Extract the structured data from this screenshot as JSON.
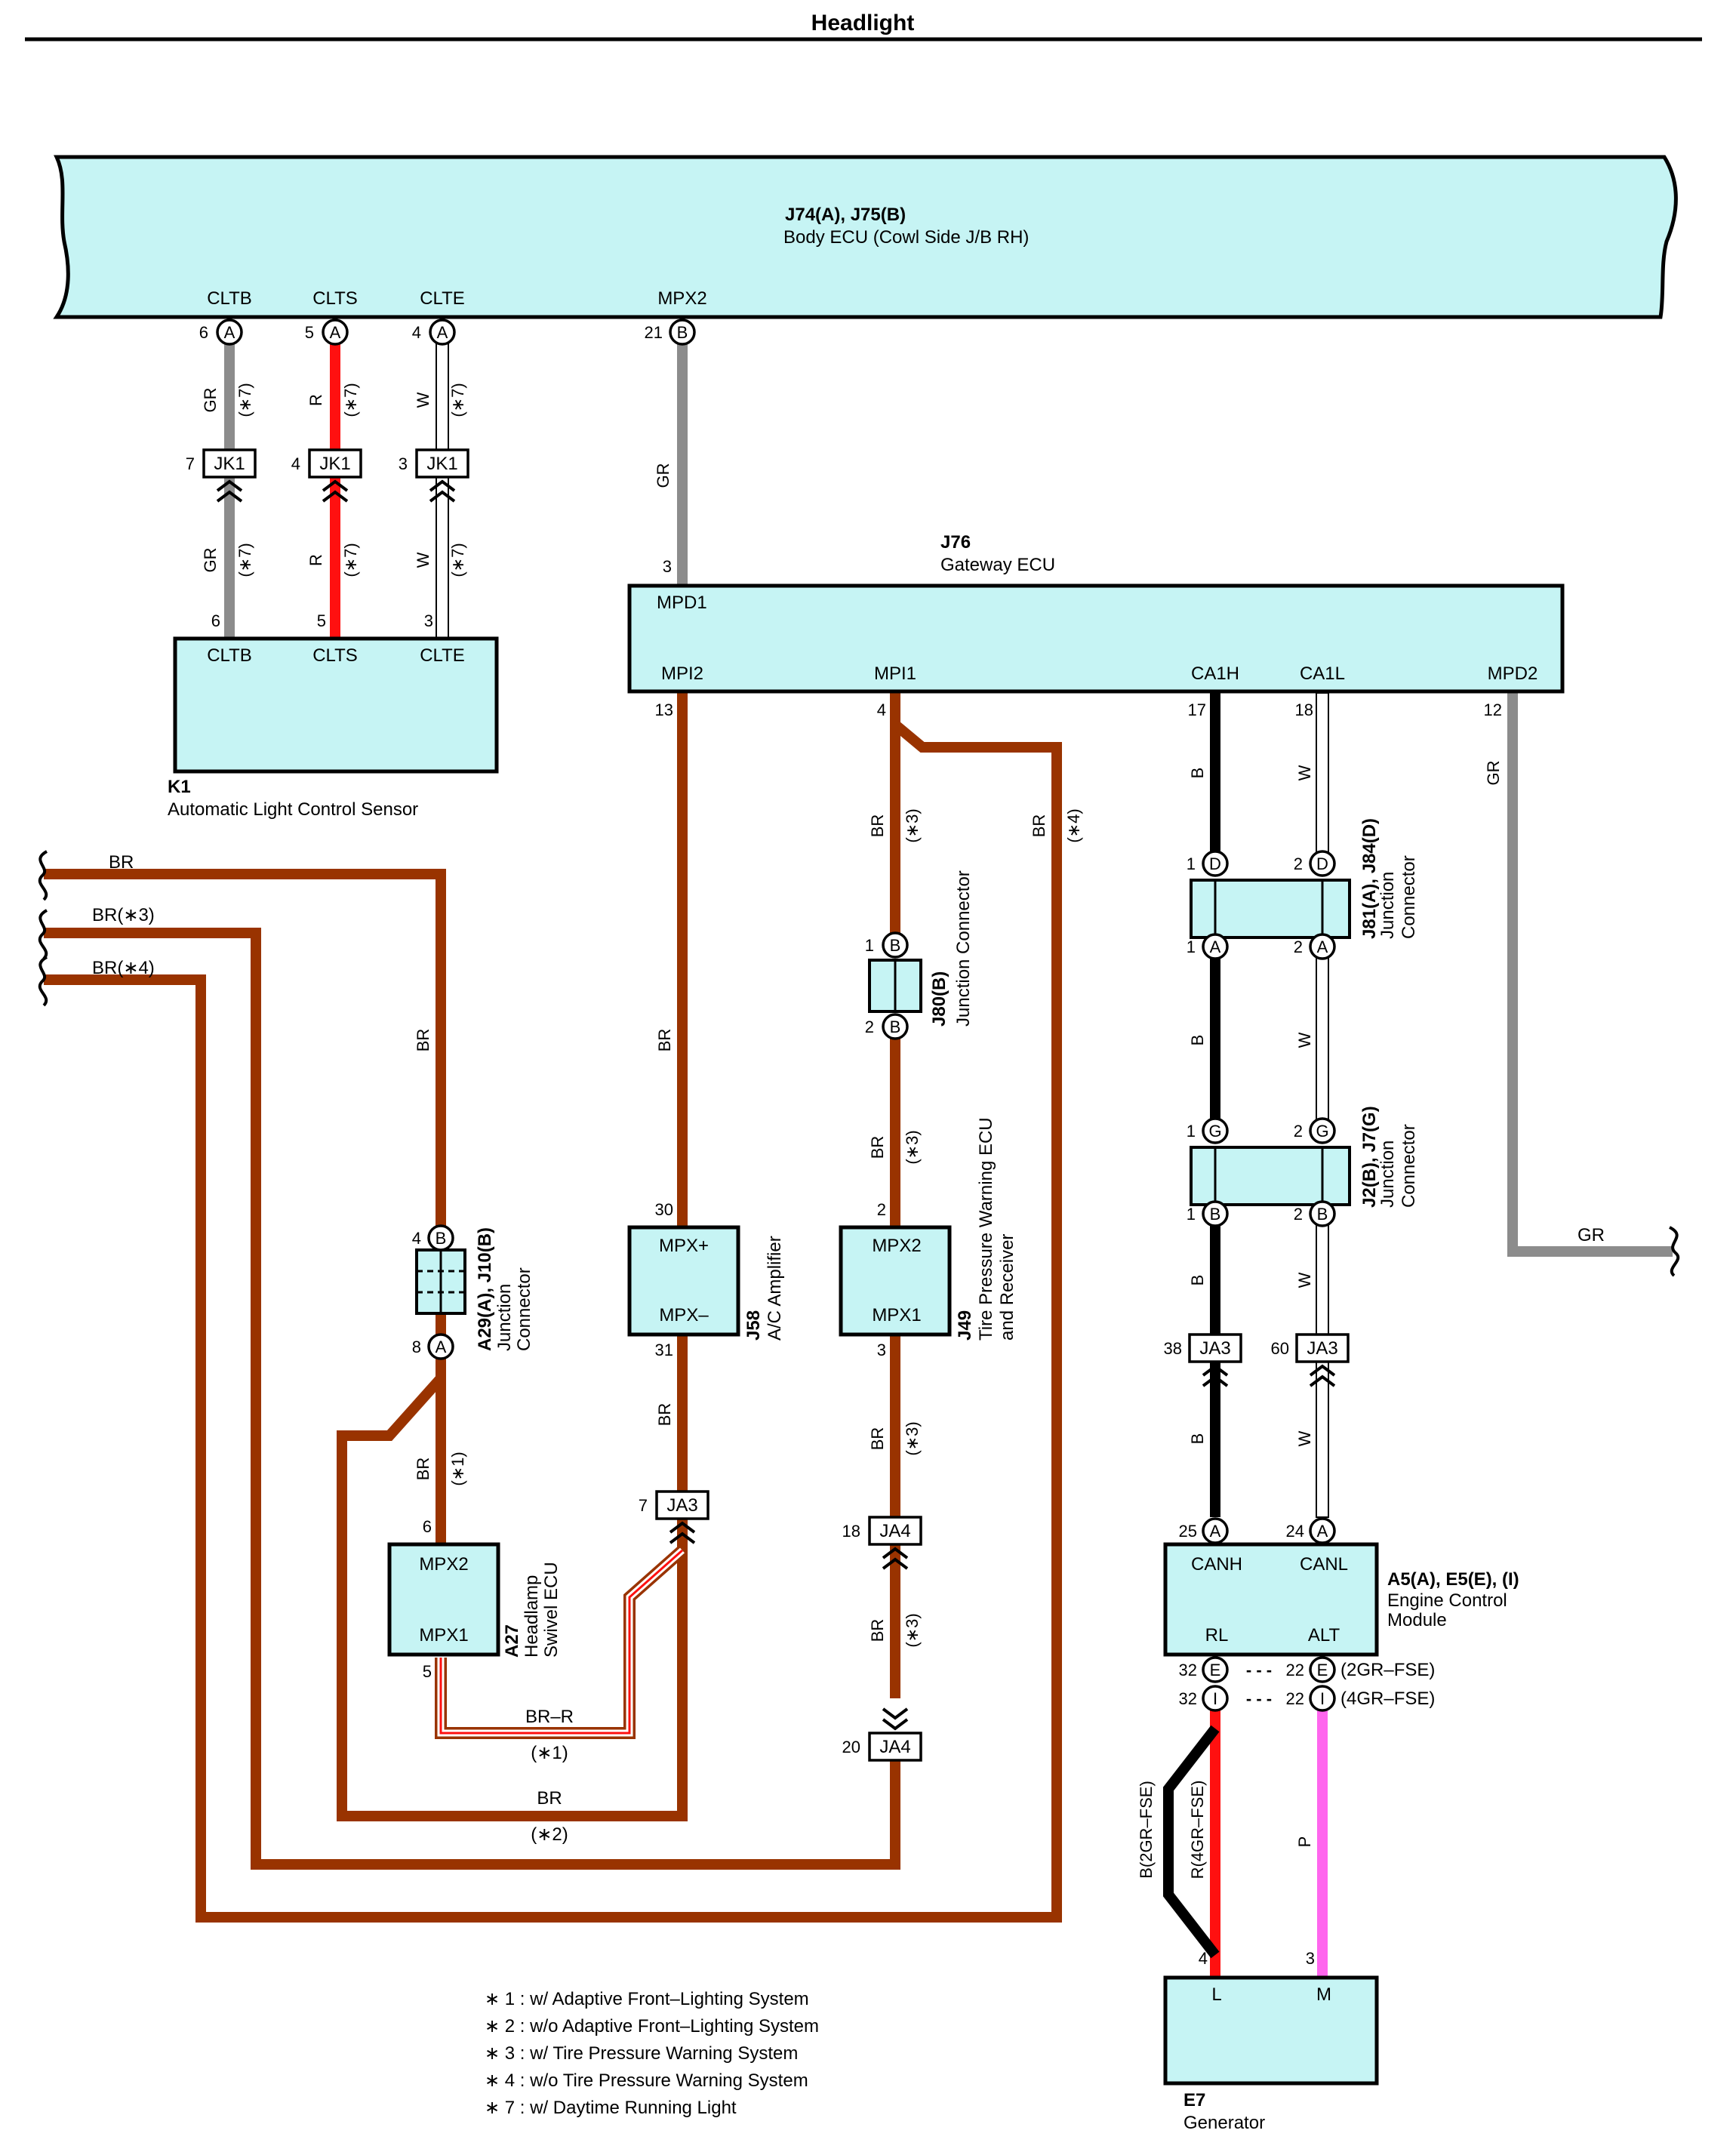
{
  "page": {
    "title": "Headlight"
  },
  "components": {
    "body_ecu": {
      "code": "J74(A), J75(B)",
      "name": "Body ECU (Cowl Side J/B RH)",
      "pins": [
        "CLTB",
        "CLTS",
        "CLTE",
        "MPX2"
      ],
      "pin_numbers": [
        "6",
        "5",
        "4",
        "21"
      ],
      "pin_letters": [
        "A",
        "A",
        "A",
        "B"
      ]
    },
    "gateway_ecu": {
      "code": "J76",
      "name": "Gateway ECU",
      "top_pin": "MPD1",
      "top_num": "3",
      "pins": [
        "MPI2",
        "MPI1",
        "CA1H",
        "CA1L",
        "MPD2"
      ],
      "pin_numbers": [
        "13",
        "4",
        "17",
        "18",
        "12"
      ]
    },
    "light_sensor": {
      "code": "K1",
      "name": "Automatic Light Control Sensor",
      "pins": [
        "CLTB",
        "CLTS",
        "CLTE"
      ],
      "pin_numbers": [
        "6",
        "5",
        "3"
      ]
    },
    "ac_amplifier": {
      "code": "J58",
      "name": "A/C Amplifier",
      "pins": [
        "MPX+",
        "MPX–"
      ],
      "pin_numbers": [
        "30",
        "31"
      ]
    },
    "tpms": {
      "code": "J49",
      "name": "Tire Pressure Warning ECU",
      "name2": "and Receiver",
      "pins": [
        "MPX2",
        "MPX1"
      ],
      "pin_numbers": [
        "2",
        "3"
      ]
    },
    "swivel_ecu": {
      "code": "A27",
      "name": "Headlamp",
      "name2": "Swivel ECU",
      "pins": [
        "MPX2",
        "MPX1"
      ],
      "pin_numbers": [
        "6",
        "5"
      ]
    },
    "ecm": {
      "code": "A5(A), E5(E), (I)",
      "name": "Engine Control",
      "name2": "Module",
      "pins": [
        "CANH",
        "CANL",
        "RL",
        "ALT"
      ],
      "pin_numbers": [
        "25",
        "24",
        "32",
        "22",
        "32",
        "22"
      ],
      "pin_letters": [
        "A",
        "A",
        "E",
        "E",
        "I",
        "I"
      ],
      "variants": [
        "(2GR–FSE)",
        "(4GR–FSE)"
      ],
      "dash": "- - -"
    },
    "generator": {
      "code": "E7",
      "name": "Generator",
      "pins": [
        "L",
        "M"
      ],
      "pin_numbers": [
        "4",
        "3"
      ]
    },
    "jc_a29": {
      "code": "A29(A), J10(B)",
      "name": "Junction",
      "name2": "Connector",
      "pin_numbers": [
        "4",
        "8"
      ],
      "pin_letters": [
        "B",
        "A"
      ]
    },
    "jc_j80": {
      "code": "J80(B)",
      "name": "Junction Connector",
      "pin_numbers": [
        "1",
        "2"
      ],
      "pin_letters": [
        "B",
        "B"
      ]
    },
    "jc_j81": {
      "code": "J81(A), J84(D)",
      "name": "Junction",
      "name2": "Connector",
      "pin_numbers": [
        "1",
        "2",
        "1",
        "2"
      ],
      "pin_letters": [
        "D",
        "D",
        "A",
        "A"
      ]
    },
    "jc_j2": {
      "code": "J2(B), J7(G)",
      "name": "Junction",
      "name2": "Connector",
      "pin_numbers": [
        "1",
        "2",
        "1",
        "2"
      ],
      "pin_letters": [
        "G",
        "G",
        "B",
        "B"
      ]
    }
  },
  "connectors": {
    "jk1": {
      "label": "JK1",
      "pin_numbers": [
        "7",
        "4",
        "3"
      ]
    },
    "ja3_left": {
      "label": "JA3",
      "pin_number": "7"
    },
    "ja3_right": {
      "label": "JA3",
      "pin_numbers": [
        "38",
        "60"
      ]
    },
    "ja4": {
      "label": "JA4",
      "pin_numbers": [
        "18",
        "20"
      ]
    }
  },
  "wires": {
    "gr": "GR",
    "r": "R",
    "w": "W",
    "b": "B",
    "br": "BR",
    "p": "P",
    "br3": "BR(∗3)",
    "br4": "BR(∗4)",
    "br_r": "BR–R",
    "b_2gr": "B(2GR–FSE)",
    "r_4gr": "R(4GR–FSE)",
    "n1": "(∗1)",
    "n2": "(∗2)",
    "n3": "(∗3)",
    "n4": "(∗4)",
    "n7": "(∗7)"
  },
  "notes": [
    "∗ 1 : w/ Adaptive Front–Lighting System",
    "∗ 2 : w/o Adaptive Front–Lighting System",
    "∗ 3 : w/ Tire Pressure Warning System",
    "∗ 4 : w/o Tire Pressure Warning System",
    "∗ 7 : w/ Daytime Running Light"
  ],
  "colors": {
    "gray": "#8c8c8c",
    "red": "#ff1010",
    "brown": "#993300",
    "black": "#000000",
    "pink": "#ff66ee",
    "white_wire": "#ffffff",
    "component_fill": "#c6f4f4"
  }
}
